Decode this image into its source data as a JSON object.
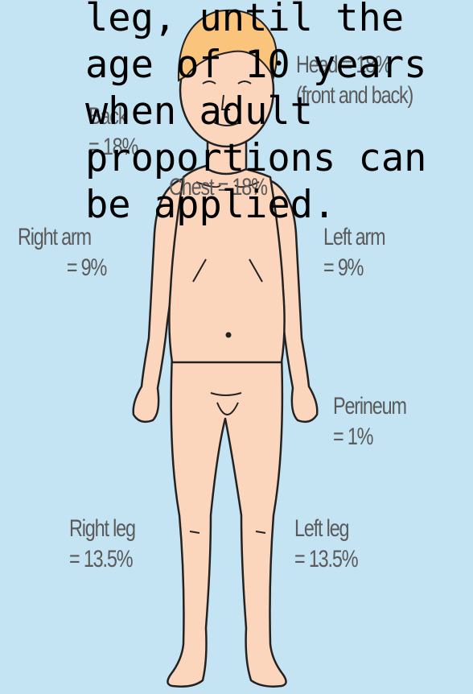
{
  "diagram": {
    "background_color": "#c4e4f4",
    "skin_color": "#fcd6bc",
    "hair_color": "#fbc47c",
    "line_color": "#222222",
    "label_color": "#5a5a5a",
    "labels": {
      "head": [
        "Head = 18%",
        "(front and back)"
      ],
      "back": [
        "Back",
        "= 18%"
      ],
      "chest": [
        "Chest = 18%"
      ],
      "right_arm": [
        "Right arm",
        "= 9%"
      ],
      "left_arm": [
        "Left arm",
        "= 9%"
      ],
      "perineum": [
        "Perineum",
        "= 1%"
      ],
      "right_leg": [
        "Right leg",
        "= 13.5%"
      ],
      "left_leg": [
        "Left leg",
        "= 13.5%"
      ]
    }
  },
  "overlay_text": "leg, until the age of 10 years when adult proportions can be applied."
}
